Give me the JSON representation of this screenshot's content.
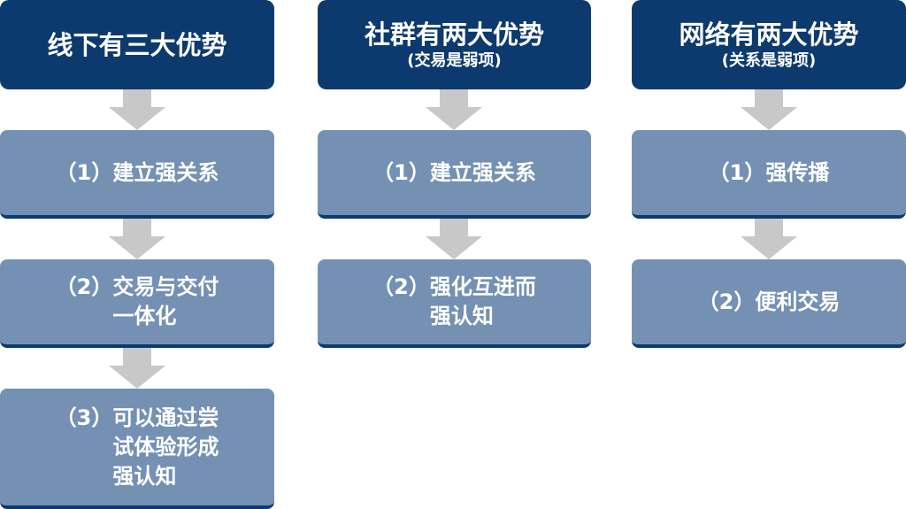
{
  "colors": {
    "header_bg": "#0d3a6e",
    "item_bg": "#7491b4",
    "arrow": "#c8c8c8",
    "text": "#ffffff"
  },
  "columns": [
    {
      "title": "线下有三大优势",
      "subtitle": "",
      "items": [
        {
          "num": "（1）",
          "lines": [
            "建立强关系"
          ]
        },
        {
          "num": "（2）",
          "lines": [
            "交易与交付",
            "一体化"
          ]
        },
        {
          "num": "（3）",
          "lines": [
            "可以通过尝",
            "试体验形成",
            "强认知"
          ]
        }
      ]
    },
    {
      "title": "社群有两大优势",
      "subtitle": "(交易是弱项)",
      "items": [
        {
          "num": "（1）",
          "lines": [
            "建立强关系"
          ]
        },
        {
          "num": "（2）",
          "lines": [
            "强化互进而",
            "强认知"
          ]
        }
      ]
    },
    {
      "title": "网络有两大优势",
      "subtitle": "(关系是弱项)",
      "items": [
        {
          "num": "（1）",
          "lines": [
            "强传播"
          ]
        },
        {
          "num": "（2）",
          "lines": [
            "便利交易"
          ]
        }
      ]
    }
  ]
}
